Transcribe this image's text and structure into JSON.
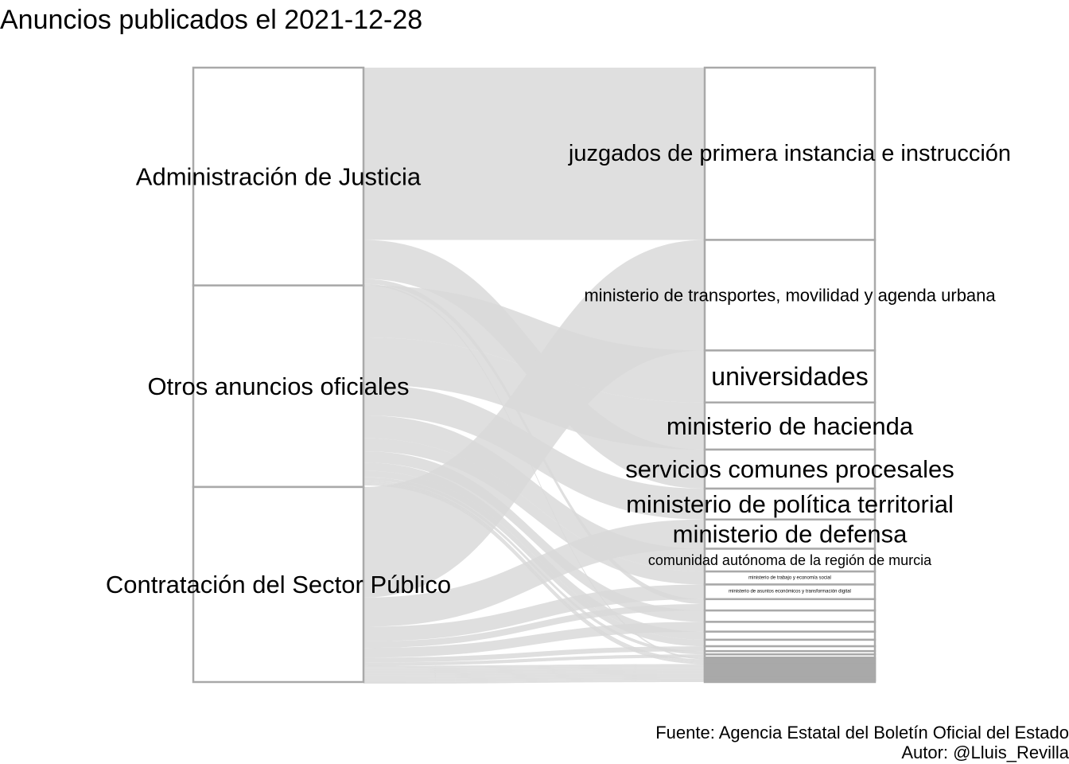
{
  "chart_data": {
    "type": "alluvial",
    "title": "Anuncios publicados el 2021-12-28",
    "caption_source": "Fuente: Agencia Estatal del Boletín Oficial del Estado",
    "caption_author": "Autor: @Lluis_Revilla",
    "sources": [
      {
        "name": "Administración de Justicia",
        "value": 67
      },
      {
        "name": "Otros anuncios oficiales",
        "value": 62
      },
      {
        "name": "Contratación del Sector Público",
        "value": 60
      }
    ],
    "targets": [
      {
        "name": "juzgados de primera instancia e instrucción",
        "value": 53,
        "font": 29
      },
      {
        "name": "ministerio de transportes, movilidad y agenda urbana",
        "value": 34,
        "font": 22
      },
      {
        "name": "universidades",
        "value": 16,
        "font": 32
      },
      {
        "name": "ministerio de hacienda",
        "value": 14.5,
        "font": 31
      },
      {
        "name": "servicios comunes procesales",
        "value": 12,
        "font": 31
      },
      {
        "name": "ministerio de política territorial",
        "value": 9.5,
        "font": 31
      },
      {
        "name": "ministerio de defensa",
        "value": 9,
        "font": 31
      },
      {
        "name": "comunidad autónoma de la región de murcia",
        "value": 7,
        "font": 18
      },
      {
        "name": "ministerio de trabajo y economía social",
        "value": 4,
        "font": 6
      },
      {
        "name": "ministerio de asuntos económicos y transformación digital",
        "value": 4.5,
        "font": 6
      },
      {
        "name": "",
        "value": 3.5
      },
      {
        "name": "",
        "value": 3.5
      },
      {
        "name": "",
        "value": 3
      },
      {
        "name": "",
        "value": 2.5
      },
      {
        "name": "",
        "value": 2
      },
      {
        "name": "",
        "value": 1.5
      },
      {
        "name": "",
        "value": 1
      },
      {
        "name": "",
        "value": 1
      },
      {
        "name": "",
        "value": 0.5
      },
      {
        "name": "",
        "value": 0.5
      },
      {
        "name": "",
        "value": 0.5
      },
      {
        "name": "",
        "value": 0.5
      },
      {
        "name": "",
        "value": 0.5
      },
      {
        "name": "",
        "value": 0.5
      },
      {
        "name": "",
        "value": 0.5
      },
      {
        "name": "",
        "value": 0.5
      },
      {
        "name": "",
        "value": 0.5
      },
      {
        "name": "",
        "value": 0.5
      },
      {
        "name": "",
        "value": 0.5
      },
      {
        "name": "",
        "value": 0.5
      },
      {
        "name": "",
        "value": 0.5
      },
      {
        "name": "",
        "value": 0.5
      },
      {
        "name": "",
        "value": 0.5
      }
    ],
    "flows": [
      {
        "from": 0,
        "to": 0,
        "value": 53
      },
      {
        "from": 0,
        "to": 4,
        "value": 12
      },
      {
        "from": 0,
        "to": 18,
        "value": 0.5
      },
      {
        "from": 0,
        "to": 10,
        "value": 1.5
      },
      {
        "from": 1,
        "to": 2,
        "value": 16
      },
      {
        "from": 1,
        "to": 3,
        "value": 14.5
      },
      {
        "from": 1,
        "to": 5,
        "value": 9.5
      },
      {
        "from": 1,
        "to": 7,
        "value": 7
      },
      {
        "from": 1,
        "to": 8,
        "value": 4
      },
      {
        "from": 1,
        "to": 11,
        "value": 3.5
      },
      {
        "from": 1,
        "to": 13,
        "value": 2.5
      },
      {
        "from": 1,
        "to": 14,
        "value": 2
      },
      {
        "from": 1,
        "to": 16,
        "value": 1
      },
      {
        "from": 1,
        "to": 19,
        "value": 0.5
      },
      {
        "from": 1,
        "to": 20,
        "value": 0.5
      },
      {
        "from": 1,
        "to": 21,
        "value": 0.5
      },
      {
        "from": 2,
        "to": 1,
        "value": 34
      },
      {
        "from": 2,
        "to": 6,
        "value": 9
      },
      {
        "from": 2,
        "to": 9,
        "value": 4.5
      },
      {
        "from": 2,
        "to": 10,
        "value": 2
      },
      {
        "from": 2,
        "to": 12,
        "value": 3
      },
      {
        "from": 2,
        "to": 15,
        "value": 1.5
      },
      {
        "from": 2,
        "to": 17,
        "value": 1
      },
      {
        "from": 2,
        "to": 22,
        "value": 0.5
      },
      {
        "from": 2,
        "to": 23,
        "value": 0.5
      },
      {
        "from": 2,
        "to": 24,
        "value": 0.5
      },
      {
        "from": 2,
        "to": 25,
        "value": 0.5
      },
      {
        "from": 2,
        "to": 26,
        "value": 0.5
      },
      {
        "from": 2,
        "to": 27,
        "value": 0.5
      },
      {
        "from": 2,
        "to": 28,
        "value": 0.5
      },
      {
        "from": 2,
        "to": 29,
        "value": 0.5
      },
      {
        "from": 2,
        "to": 30,
        "value": 0.5
      },
      {
        "from": 2,
        "to": 31,
        "value": 0.5
      },
      {
        "from": 2,
        "to": 32,
        "value": 0.5
      }
    ],
    "colors": {
      "stratum_fill": "#ffffff",
      "stratum_border": "#a9a9a9",
      "flow_fill": "#d9d9d9"
    }
  }
}
